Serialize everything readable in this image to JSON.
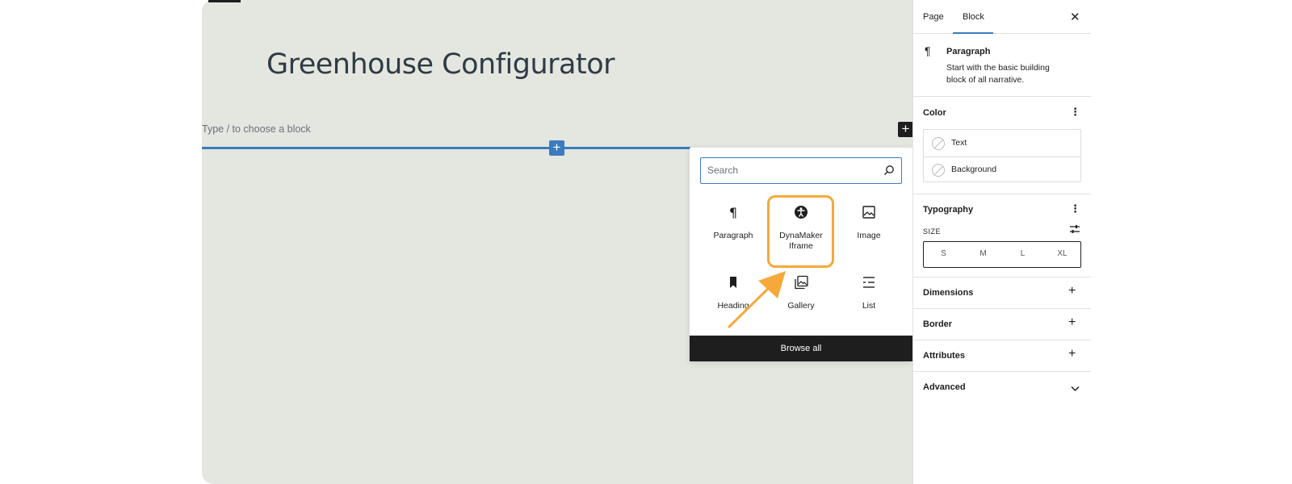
{
  "editor": {
    "page_title": "Greenhouse Configurator",
    "placeholder": "Type / to choose a block",
    "add_block_symbol": "+"
  },
  "inserter": {
    "search_placeholder": "Search",
    "blocks": [
      {
        "label": "Paragraph",
        "icon": "paragraph-icon"
      },
      {
        "label": "DynaMaker Iframe",
        "icon": "accessibility-icon",
        "highlighted": true
      },
      {
        "label": "Image",
        "icon": "image-icon"
      },
      {
        "label": "Heading",
        "icon": "bookmark-icon"
      },
      {
        "label": "Gallery",
        "icon": "gallery-icon"
      },
      {
        "label": "List",
        "icon": "list-icon"
      }
    ],
    "browse_all": "Browse all",
    "highlight_color": "#f5a93a"
  },
  "sidebar": {
    "tabs": [
      {
        "label": "Page",
        "active": false
      },
      {
        "label": "Block",
        "active": true
      }
    ],
    "close_symbol": "✕",
    "block_card": {
      "icon": "¶",
      "title": "Paragraph",
      "description": "Start with the basic building block of all narrative."
    },
    "color": {
      "heading": "Color",
      "items": [
        {
          "label": "Text"
        },
        {
          "label": "Background"
        }
      ]
    },
    "typography": {
      "heading": "Typography",
      "size_label": "SIZE",
      "sizes": [
        "S",
        "M",
        "L",
        "XL"
      ]
    },
    "panels": [
      {
        "label": "Dimensions",
        "toggle": "+"
      },
      {
        "label": "Border",
        "toggle": "+"
      },
      {
        "label": "Attributes",
        "toggle": "+"
      },
      {
        "label": "Advanced",
        "toggle": "chevron-down"
      }
    ]
  },
  "colors": {
    "accent": "#3a7bc0",
    "canvas_bg": "#e4e6e0",
    "annotation": "#f5a93a"
  }
}
